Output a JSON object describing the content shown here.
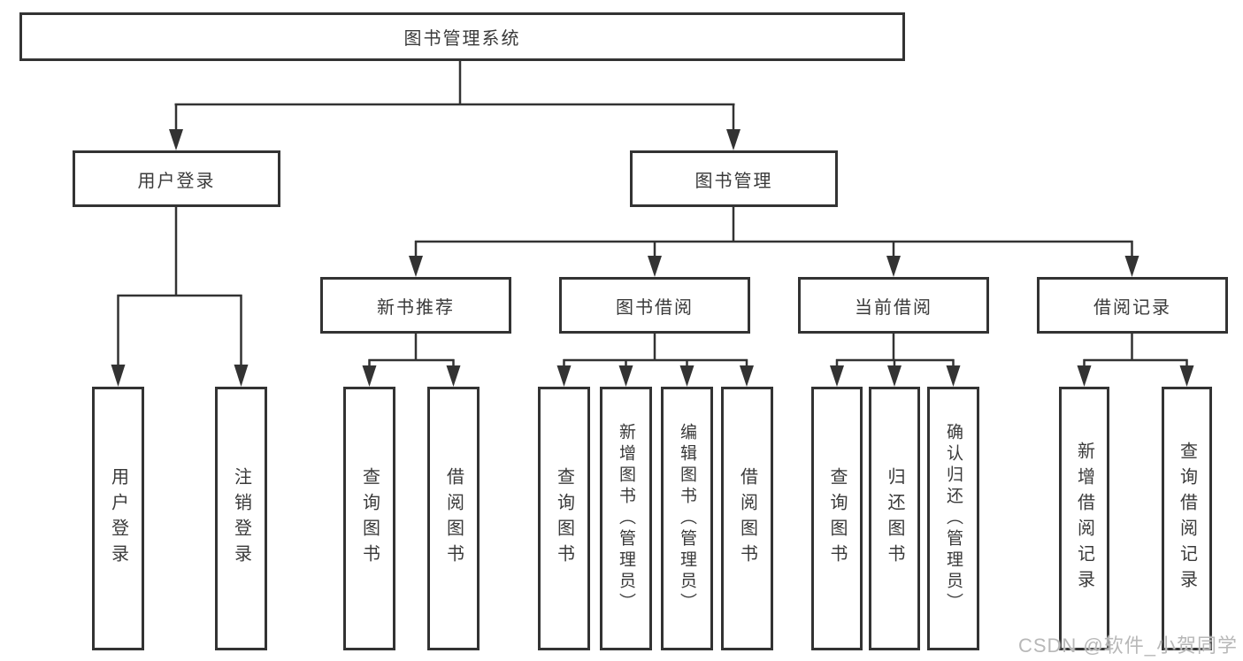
{
  "diagram": {
    "root": "图书管理系统",
    "level2": [
      "用户登录",
      "图书管理"
    ],
    "level3": [
      "新书推荐",
      "图书借阅",
      "当前借阅",
      "借阅记录"
    ],
    "leaves": {
      "login": [
        "用户登录",
        "注销登录"
      ],
      "recommend": [
        "查询图书",
        "借阅图书"
      ],
      "borrow": [
        "查询图书",
        "新增图书（管理员）",
        "编辑图书（管理员）",
        "借阅图书"
      ],
      "current": [
        "查询图书",
        "归还图书",
        "确认归还（管理员）"
      ],
      "records": [
        "新增借阅记录",
        "查询借阅记录"
      ]
    }
  },
  "watermark": "CSDN @软件_小贺同学",
  "colors": {
    "line": "#333333",
    "text": "#3a3a3a",
    "box_background": "#ffffff",
    "watermark": "#b8b8b8"
  }
}
